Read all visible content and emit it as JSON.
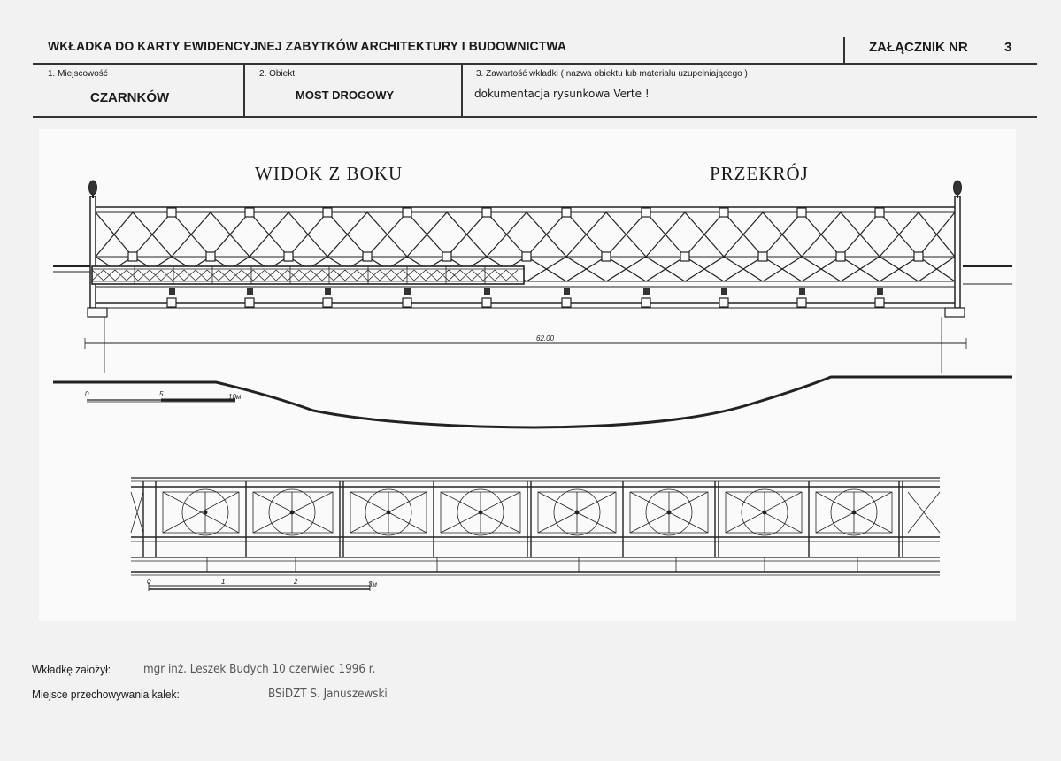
{
  "header": {
    "title": "WKŁADKA DO KARTY EWIDENCYJNEJ ZABYTKÓW ARCHITEKTURY I BUDOWNICTWA",
    "annex_label": "ZAŁĄCZNIK NR",
    "annex_number": "3"
  },
  "fields": {
    "locality_label": "1. Miejscowość",
    "locality_value": "CZARNKÓW",
    "object_label": "2. Obiekt",
    "object_value": "MOST DROGOWY",
    "content_label": "3. Zawartość wkładki ( nazwa obiektu lub materiału uzupełniającego )",
    "content_value": "dokumentacja  rysunkowa   Verte !"
  },
  "drawing": {
    "side_view_label": "WIDOK  Z  BOKU",
    "section_label": "PRZEKRÓJ",
    "span_dimension": "62.00",
    "scale_top": [
      "0",
      "5",
      "10м"
    ],
    "scale_bottom": [
      "0",
      "1",
      "2",
      "3м"
    ]
  },
  "footer": {
    "author_label": "Wkładkę założył:",
    "author_value": "mgr inż. Leszek Budych  10 czerwiec 1996 r.",
    "storage_label": "Miejsce przechowywania kalek:",
    "storage_value": "BSiDZT S. Januszewski"
  }
}
